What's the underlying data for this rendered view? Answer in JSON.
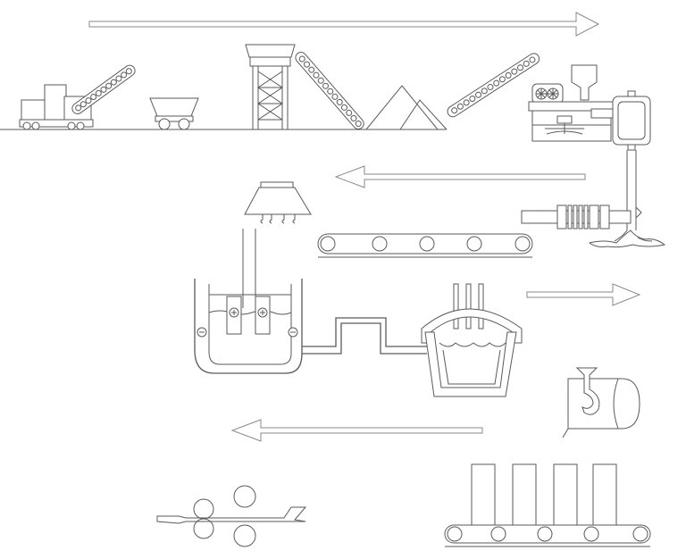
{
  "diagram": {
    "kind": "process-flow",
    "stroke_color": "#5a5a5a",
    "arrow_color": "#8a8a8a",
    "background": "#ffffff",
    "rows": [
      {
        "direction": "right",
        "stages": [
          "excavator-truck",
          "haul-truck",
          "crusher-tower",
          "conveyor",
          "stockpile",
          "conveyor",
          "grinding-mill"
        ]
      },
      {
        "direction": "left",
        "stages": [
          "hoist-pipe",
          "roller-separator",
          "belt-conveyor",
          "heating-hood"
        ]
      },
      {
        "direction": "right",
        "stages": [
          "electrolytic-cell",
          "channel",
          "induction-furnace"
        ]
      },
      {
        "direction": "left",
        "stages": [
          "ladle-crane",
          "casting-conveyor",
          "rolling-mill"
        ]
      }
    ]
  }
}
